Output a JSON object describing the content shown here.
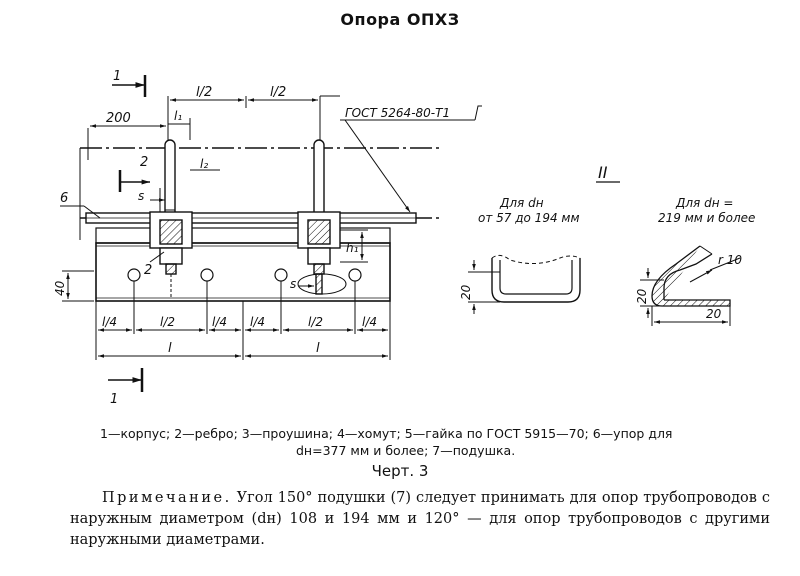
{
  "title": "Опора ОПХЗ",
  "drawing": {
    "section_marker": "1",
    "section_marker_bottom": "1",
    "dims": {
      "d200": "200",
      "l_half_1": "l/2",
      "l_half_2": "l/2",
      "l1": "l₁",
      "l2": "l₂",
      "gost_label": "ГОСТ 5264-80-Т1",
      "view2": "2",
      "s_top": "s",
      "part6": "6",
      "part2": "2",
      "h1": "h₁",
      "d40": "40",
      "s_bot": "s",
      "bottom_row": [
        "l/4",
        "l/2",
        "l/4",
        "l/4",
        "l/2",
        "l/4"
      ],
      "l_left": "l",
      "l_right": "l"
    },
    "detail": {
      "roman": "II",
      "left_caption_1": "Для dн",
      "left_caption_2": "от 57 до 194 мм",
      "right_caption_1": "Для dн =",
      "right_caption_2": "219 мм и более",
      "left_dim": "20",
      "right_dim_v": "20",
      "right_dim_h": "20",
      "radius": "r 10"
    }
  },
  "caption": {
    "line1": "1—корпус; 2—ребро; 3—проушина; 4—хомут; 5—гайка по ГОСТ 5915—70; 6—упор для",
    "line2": "dн=377 мм и более; 7—подушка."
  },
  "figure_label": "Черт. 3",
  "note": {
    "lead": "Примечание.",
    "text": " Угол 150° подушки (7) следует принимать для опор трубопроводов с наружным диаметром (dн) 108 и 194 мм и 120° — для опор трубопроводов с другими наружными диаметрами."
  }
}
